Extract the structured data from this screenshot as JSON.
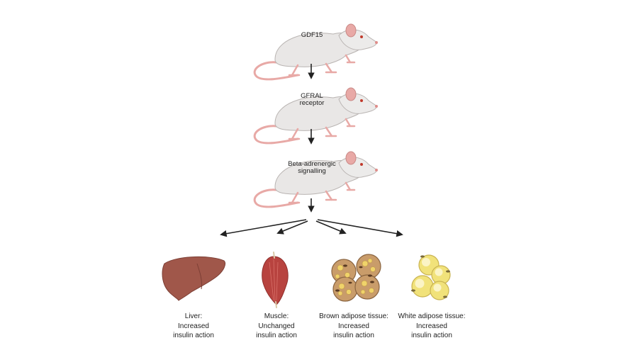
{
  "steps": [
    {
      "label_lines": [
        "GDF15"
      ],
      "icon": "mouse-icon"
    },
    {
      "label_lines": [
        "GFRAL",
        "receptor"
      ],
      "icon": "mouse-icon"
    },
    {
      "label_lines": [
        "Beta-adrenergic",
        "signalling"
      ],
      "icon": "mouse-icon"
    }
  ],
  "tissues": [
    {
      "icon": "liver-icon",
      "lines": [
        "Liver:",
        "Increased",
        "insulin action"
      ]
    },
    {
      "icon": "muscle-icon",
      "lines": [
        "Muscle:",
        "Unchanged",
        "insulin action"
      ]
    },
    {
      "icon": "brown-adipose-icon",
      "lines": [
        "Brown adipose tissue:",
        "Increased",
        "insulin action"
      ]
    },
    {
      "icon": "white-adipose-icon",
      "lines": [
        "White adipose tissue:",
        "Increased",
        "insulin action"
      ]
    }
  ],
  "colors": {
    "mouse_body": "#e9e7e6",
    "mouse_outline": "#b9b4b2",
    "mouse_pink": "#e8a9a6",
    "arrow": "#222222",
    "liver": "#a0574a",
    "muscle": "#b8433f",
    "brown_fat": "#c99c6a",
    "white_fat": "#f1e27a"
  }
}
